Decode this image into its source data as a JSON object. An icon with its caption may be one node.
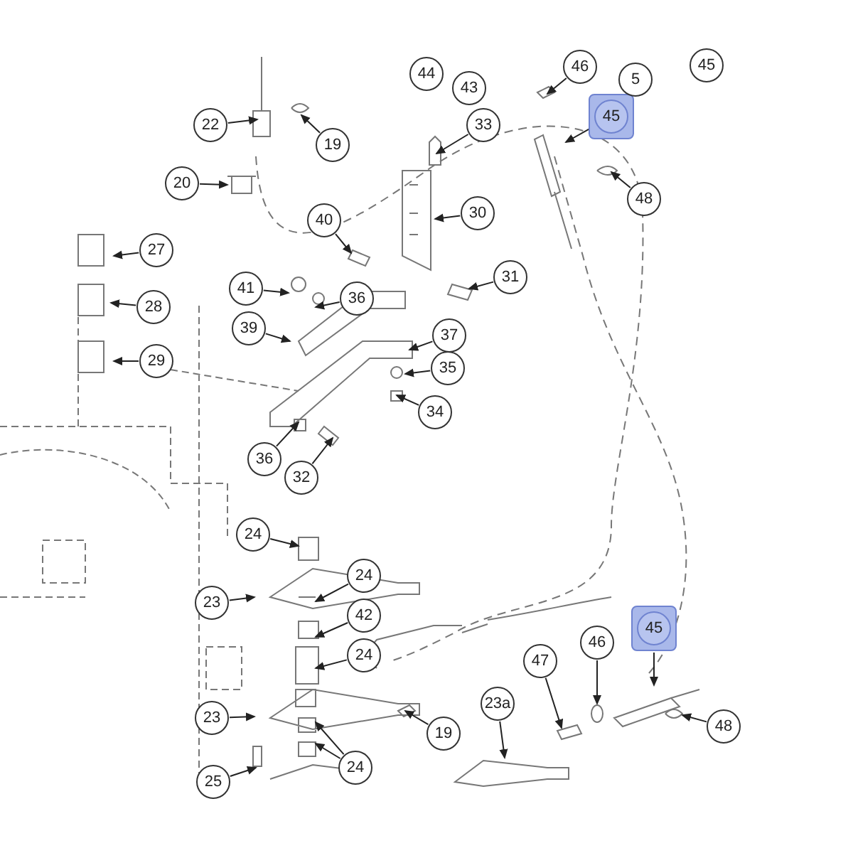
{
  "diagram": {
    "nodes": [
      {
        "text": [
          "22"
        ]
      },
      {
        "text": [
          "19"
        ]
      },
      {
        "text": [
          "33"
        ]
      },
      {
        "text": [
          "46"
        ]
      },
      {
        "text": [
          "45"
        ]
      },
      {
        "text": [
          "48"
        ]
      },
      {
        "text": [
          "20"
        ]
      },
      {
        "text": [
          "30"
        ]
      },
      {
        "text": [
          "27"
        ]
      },
      {
        "text": [
          "40"
        ]
      },
      {
        "text": [
          "41"
        ]
      },
      {
        "text": [
          "36"
        ]
      },
      {
        "text": [
          "31"
        ]
      },
      {
        "text": [
          "28"
        ]
      },
      {
        "text": [
          "39"
        ]
      },
      {
        "text": [
          "37"
        ]
      },
      {
        "text": [
          "29"
        ]
      },
      {
        "text": [
          "35"
        ]
      },
      {
        "text": [
          "34"
        ]
      },
      {
        "text": [
          "36"
        ]
      },
      {
        "text": [
          "32"
        ]
      },
      {
        "text": [
          "24"
        ]
      },
      {
        "text": [
          "23"
        ]
      },
      {
        "text": [
          "24"
        ]
      },
      {
        "text": [
          "42"
        ]
      },
      {
        "text": [
          "24"
        ]
      },
      {
        "text": [
          "23"
        ]
      },
      {
        "text": [
          "19"
        ]
      },
      {
        "text": [
          "23a"
        ]
      },
      {
        "text": [
          "47"
        ]
      },
      {
        "text": [
          "46"
        ]
      },
      {
        "text": [
          "45"
        ]
      },
      {
        "text": [
          "48"
        ]
      },
      {
        "text": [
          "24"
        ]
      },
      {
        "text": [
          "25"
        ]
      },
      {
        "text": [
          "44"
        ]
      },
      {
        "text": [
          "43"
        ]
      },
      {
        "text": [
          "5"
        ]
      },
      {
        "text": [
          "45"
        ]
      }
    ],
    "edges": [
      {
        "from": 0,
        "to": null,
        "arrow": "to"
      },
      {
        "from": 1,
        "to": null,
        "arrow": "to"
      },
      {
        "from": 2,
        "to": null,
        "arrow": "to"
      },
      {
        "from": 3,
        "to": null,
        "arrow": "to"
      },
      {
        "from": 4,
        "to": null,
        "arrow": "to"
      },
      {
        "from": 5,
        "to": null,
        "arrow": "to"
      },
      {
        "from": 6,
        "to": null,
        "arrow": "to"
      },
      {
        "from": 7,
        "to": null,
        "arrow": "to"
      },
      {
        "from": 8,
        "to": null,
        "arrow": "to"
      },
      {
        "from": 9,
        "to": null,
        "arrow": "to"
      },
      {
        "from": 10,
        "to": null,
        "arrow": "to"
      },
      {
        "from": 11,
        "to": null,
        "arrow": "to"
      },
      {
        "from": 12,
        "to": null,
        "arrow": "to"
      },
      {
        "from": 13,
        "to": null,
        "arrow": "to"
      },
      {
        "from": 14,
        "to": null,
        "arrow": "to"
      },
      {
        "from": 15,
        "to": null,
        "arrow": "to"
      },
      {
        "from": 16,
        "to": null,
        "arrow": "to"
      },
      {
        "from": 17,
        "to": null,
        "arrow": "to"
      },
      {
        "from": 18,
        "to": null,
        "arrow": "to"
      },
      {
        "from": 19,
        "to": null,
        "arrow": "to"
      },
      {
        "from": 20,
        "to": null,
        "arrow": "to"
      },
      {
        "from": 21,
        "to": null,
        "arrow": "to"
      },
      {
        "from": 22,
        "to": null,
        "arrow": "to"
      },
      {
        "from": 23,
        "to": null,
        "arrow": "to"
      },
      {
        "from": 24,
        "to": null,
        "arrow": "to"
      },
      {
        "from": 25,
        "to": null,
        "arrow": "to"
      },
      {
        "from": 26,
        "to": null,
        "arrow": "to"
      },
      {
        "from": 27,
        "to": null,
        "arrow": "to"
      },
      {
        "from": 28,
        "to": null,
        "arrow": "to"
      },
      {
        "from": 29,
        "to": null,
        "arrow": "to"
      },
      {
        "from": 30,
        "to": null,
        "arrow": "to"
      },
      {
        "from": 31,
        "to": null,
        "arrow": "to"
      },
      {
        "from": 32,
        "to": null,
        "arrow": "to"
      },
      {
        "from": 33,
        "to": null,
        "arrow": "to"
      },
      {
        "from": 33,
        "to": null,
        "arrow": "to"
      },
      {
        "from": 34,
        "to": null,
        "arrow": "to"
      }
    ]
  }
}
